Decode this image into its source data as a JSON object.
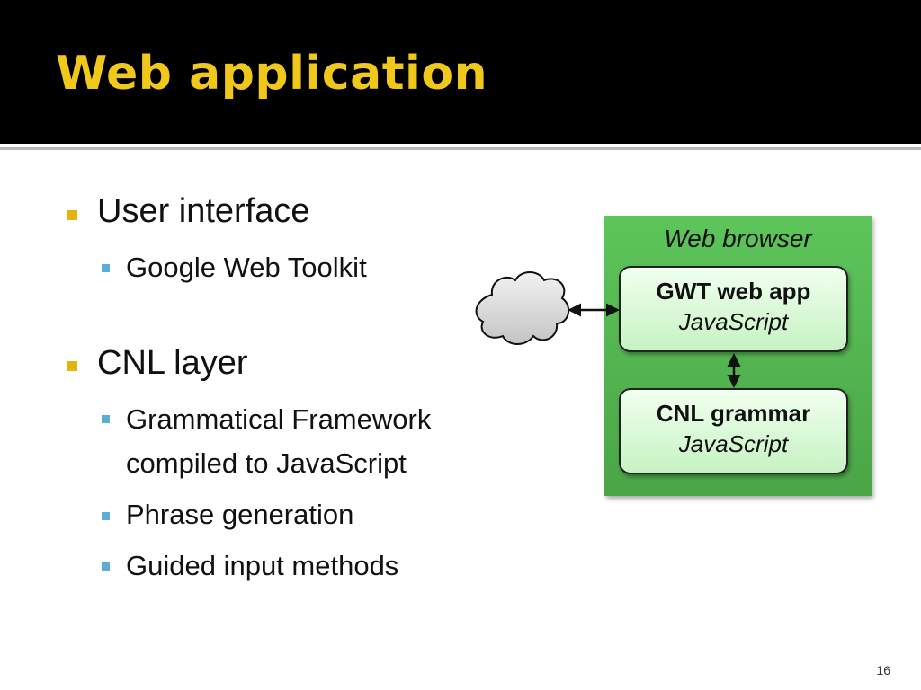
{
  "slide": {
    "title": "Web application",
    "page_number": "16"
  },
  "bullets": {
    "b1": "User interface",
    "b1_1": "Google Web Toolkit",
    "b2": "CNL layer",
    "b2_1_line1": "Grammatical Framework",
    "b2_1_line2": "compiled to JavaScript",
    "b2_2": "Phrase generation",
    "b2_3": "Guided input methods"
  },
  "diagram": {
    "container_label": "Web browser",
    "box1_title": "GWT web app",
    "box1_sub": "JavaScript",
    "box2_title": "CNL grammar",
    "box2_sub": "JavaScript",
    "colors": {
      "container": "#52b64f",
      "box_fill": "#d8f8d4",
      "cloud_fill": "#dcdcdc"
    },
    "icons": [
      "cloud-icon",
      "bidirectional-arrow-icon"
    ]
  },
  "theme": {
    "title_color": "#f0c81c",
    "level1_bullet_color": "#e3b40f",
    "level2_bullet_color": "#5aaed3"
  }
}
